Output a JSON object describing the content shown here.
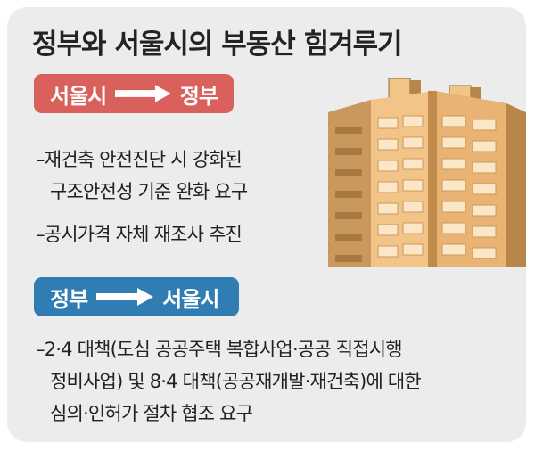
{
  "title": "정부와 서울시의 부동산 힘겨루기",
  "section1": {
    "from": "서울시",
    "to": "정부",
    "items": [
      "–재건축 안전진단 시 강화된",
      "구조안전성 기준 완화 요구",
      "–공시가격 자체 재조사 추진"
    ]
  },
  "section2": {
    "from": "정부",
    "to": "서울시",
    "items": [
      "–2·4 대책(도심 공공주택 복합사업·공공 직접시행",
      "정비사업) 및 8·4 대책(공공재개발·재건축)에 대한",
      "심의·인허가 절차 협조 요구"
    ]
  },
  "colors": {
    "panel": "#ececec",
    "red_badge": "#d9605b",
    "blue_badge": "#2f7db2",
    "building_light": "#f2c487",
    "building_dark": "#b8864a"
  },
  "icons": [
    "arrow-right-icon",
    "apartment-building-icon"
  ]
}
